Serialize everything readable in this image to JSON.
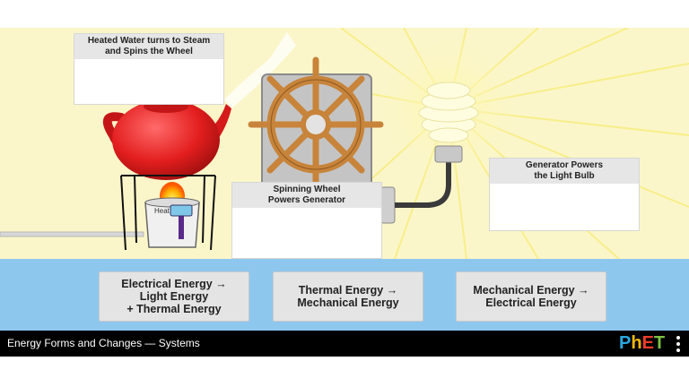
{
  "scene": {
    "labels": {
      "teapot": "Heated Water turns to Steam\nand Spins the Wheel",
      "wheel": "Spinning Wheel\nPowers Generator",
      "bulb": "Generator Powers\nthe Light Bulb"
    },
    "heater_label": "Heat"
  },
  "tray": {
    "cards": [
      {
        "label": "Electrical Energy →\nLight Energy\n+ Thermal Energy"
      },
      {
        "label": "Thermal Energy →\nMechanical Energy"
      },
      {
        "label": "Mechanical Energy →\nElectrical Energy"
      }
    ]
  },
  "navbar": {
    "title": "Energy Forms and Changes — Systems",
    "logo": {
      "p": "P",
      "h": "h",
      "e": "E",
      "t": "T"
    }
  },
  "colors": {
    "scene_bg": "#fbf6c9",
    "tray_bg": "#8ec7ee",
    "navbar_bg": "#000000",
    "teapot": "#e31e1e",
    "wheel": "#c7843a"
  }
}
